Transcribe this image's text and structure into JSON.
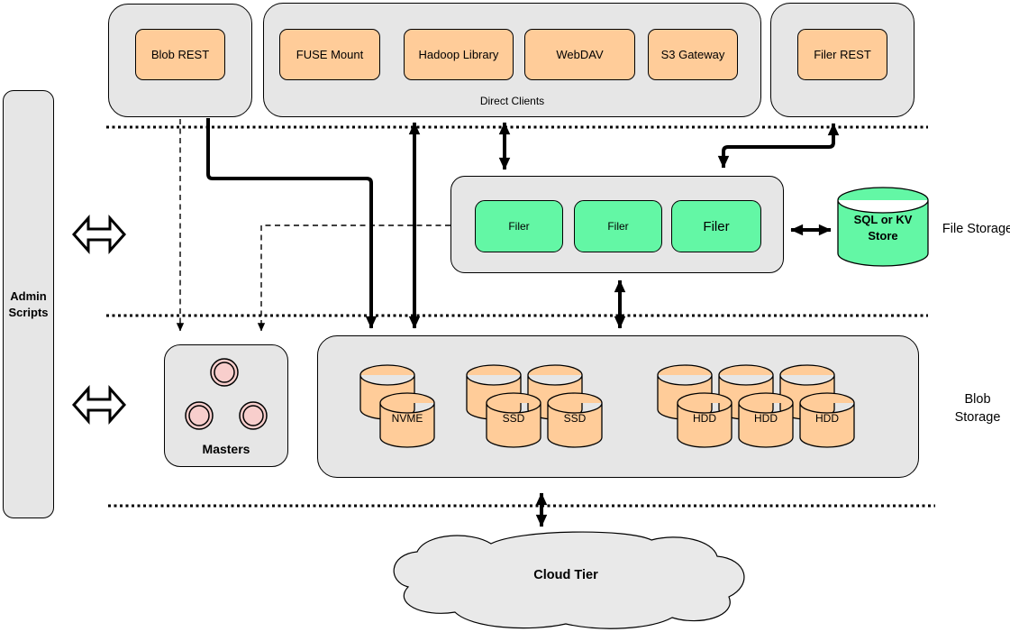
{
  "colors": {
    "container": "#e6e6e6",
    "orange": "#ffcc99",
    "green": "#63f7a5",
    "pink": "#f8cecc",
    "cloud": "#e9e9e9",
    "line": "#000000"
  },
  "admin": {
    "label": "Admin Scripts"
  },
  "top": {
    "blob_rest": "Blob REST",
    "direct_clients": {
      "label": "Direct Clients",
      "items": [
        "FUSE Mount",
        "Hadoop Library",
        "WebDAV",
        "S3 Gateway"
      ]
    },
    "filer_rest": "Filer REST"
  },
  "file_layer": {
    "label": "File Storage",
    "filers": [
      "Filer",
      "Filer",
      "Filer"
    ],
    "store": "SQL or KV Store"
  },
  "blob_layer": {
    "label": "Blob Storage",
    "masters": "Masters",
    "volumes": [
      "NVME",
      "SSD",
      "SSD",
      "HDD",
      "HDD",
      "HDD"
    ]
  },
  "cloud": {
    "label": "Cloud Tier"
  }
}
